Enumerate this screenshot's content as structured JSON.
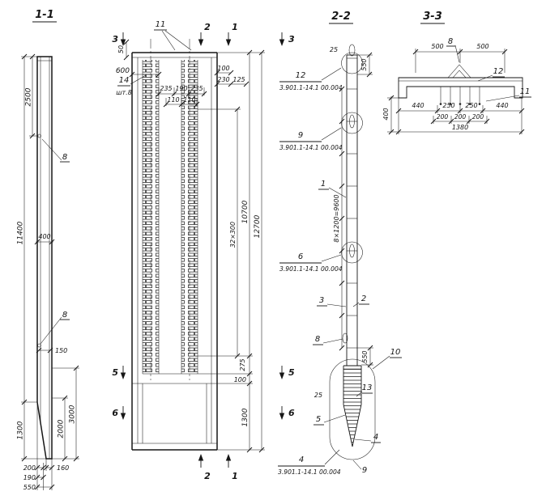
{
  "titles": {
    "view1": "1-1",
    "view2": "2-2",
    "view3": "3-3"
  },
  "view_1_1": {
    "dim_2500": "2500",
    "dim_11400": "11400",
    "dim_400": "400",
    "callout_8_top": "8",
    "callout_8_bottom": "8",
    "dim_150": "150",
    "dim_3000": "3000",
    "dim_2000": "2000",
    "dim_1300": "1300",
    "dim_200": "200",
    "dim_190": "190",
    "dim_550": "550",
    "dim_160": "160"
  },
  "front_view": {
    "marker_3_left": "3",
    "marker_3_right": "3",
    "marker_5_left": "5",
    "marker_5_right": "5",
    "marker_6_left": "6",
    "marker_6_right": "6",
    "marker_2_top": "2",
    "marker_1_top": "1",
    "marker_2_bottom": "2",
    "marker_1_bottom": "1",
    "callout_11": "11",
    "callout_14": "14",
    "note_qty": "шт.8",
    "dim_50": "50",
    "dim_600": "600",
    "dim_235_left": "235",
    "dim_190": "190",
    "dim_235_right": "235",
    "dim_110_left": "110",
    "dim_110_right": "110",
    "dim_100_top": "100",
    "dim_230": "230",
    "dim_125": "125",
    "dim_ties": "32×300",
    "dim_10700": "10700",
    "dim_275": "275",
    "dim_100_bottom": "100",
    "dim_1300": "1300",
    "dim_12700": "12700"
  },
  "view_2_2": {
    "dim_25_top": "25",
    "dim_550_top": "550",
    "callout_12": "12",
    "ref_12": "3.901.1-14.1 00.004",
    "callout_9": "9",
    "ref_9": "3.901.1-14.1 00.004",
    "callout_1": "1",
    "callout_6": "6",
    "ref_6": "3.901.1-14.1 00.004",
    "callout_3": "3",
    "callout_2": "2",
    "callout_8": "8",
    "dim_spacing": "8×1200=9600",
    "dim_550_bottom": "550",
    "callout_10": "10",
    "callout_13": "13",
    "dim_25_bottom": "25",
    "callout_5": "5",
    "callout_4_right": "4",
    "callout_4_bottom": "4",
    "ref_4": "3.901.1-14.1 00.004",
    "callout_9_bottom": "9"
  },
  "view_3_3": {
    "dim_500_left": "500",
    "dim_500_right": "500",
    "callout_8": "8",
    "callout_12": "12",
    "callout_11": "11",
    "dim_400": "400",
    "dim_440_left": "440",
    "dim_250_left": "250",
    "dim_250_right": "250",
    "dim_440_right": "440",
    "dim_200_a": "200",
    "dim_200_b": "200",
    "dim_200_c": "200",
    "dim_1380": "1380"
  }
}
